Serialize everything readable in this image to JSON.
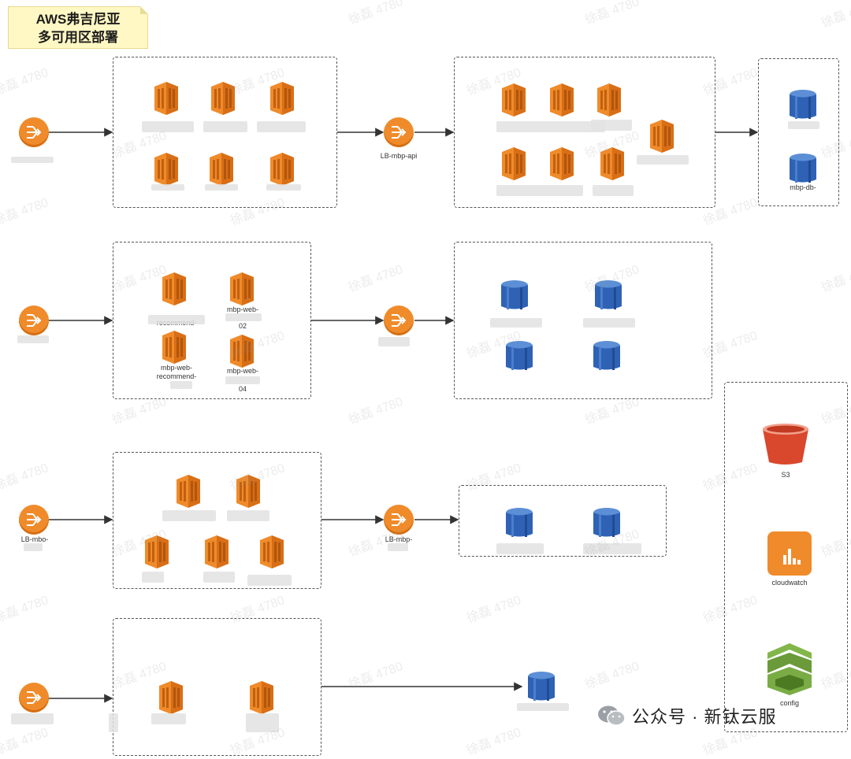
{
  "note": {
    "line1": "AWS弗吉尼亚",
    "line2": "多可用区部署"
  },
  "labels": {
    "lb_api": "LB-mbp-api",
    "db_api": "mbp-db-",
    "web_a": "mbp-web-",
    "web_a_num": "02",
    "web_b": "mbp-web-",
    "web_b2": "recommend-",
    "web_c": "mbp-web-",
    "web_c_num": "04",
    "web_d": "recommend-",
    "lb_row3": "LB-mbo-",
    "lb_row3b": "LB-mbp-",
    "s3": "S3",
    "cloudwatch": "cloudwatch",
    "config": "config"
  },
  "watermark": "徐磊 4780",
  "footer": {
    "text": "公众号 · 新钛云服"
  },
  "colors": {
    "ec2": "#f08b2b",
    "db": "#2f62b5",
    "s3": "#d9472c",
    "config": "#6a9a3a"
  }
}
